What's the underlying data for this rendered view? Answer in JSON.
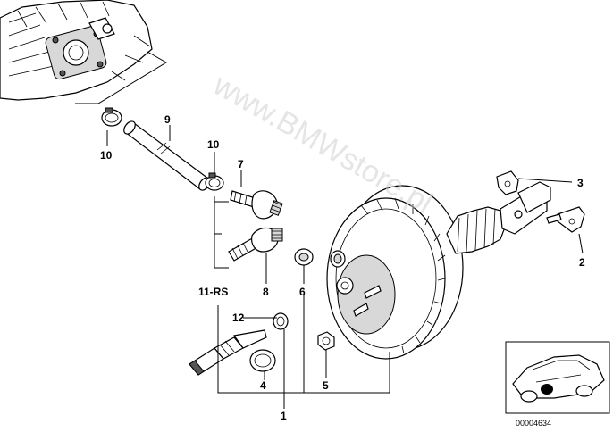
{
  "watermark": "www.BMWstore.pl",
  "reference_number": "00004634",
  "callouts": {
    "c1": "1",
    "c2": "2",
    "c3": "3",
    "c4": "4",
    "c5": "5",
    "c6": "6",
    "c7": "7",
    "c8": "8",
    "c9": "9",
    "c10a": "10",
    "c10b": "10",
    "c11": "11-RS",
    "c12": "12"
  }
}
